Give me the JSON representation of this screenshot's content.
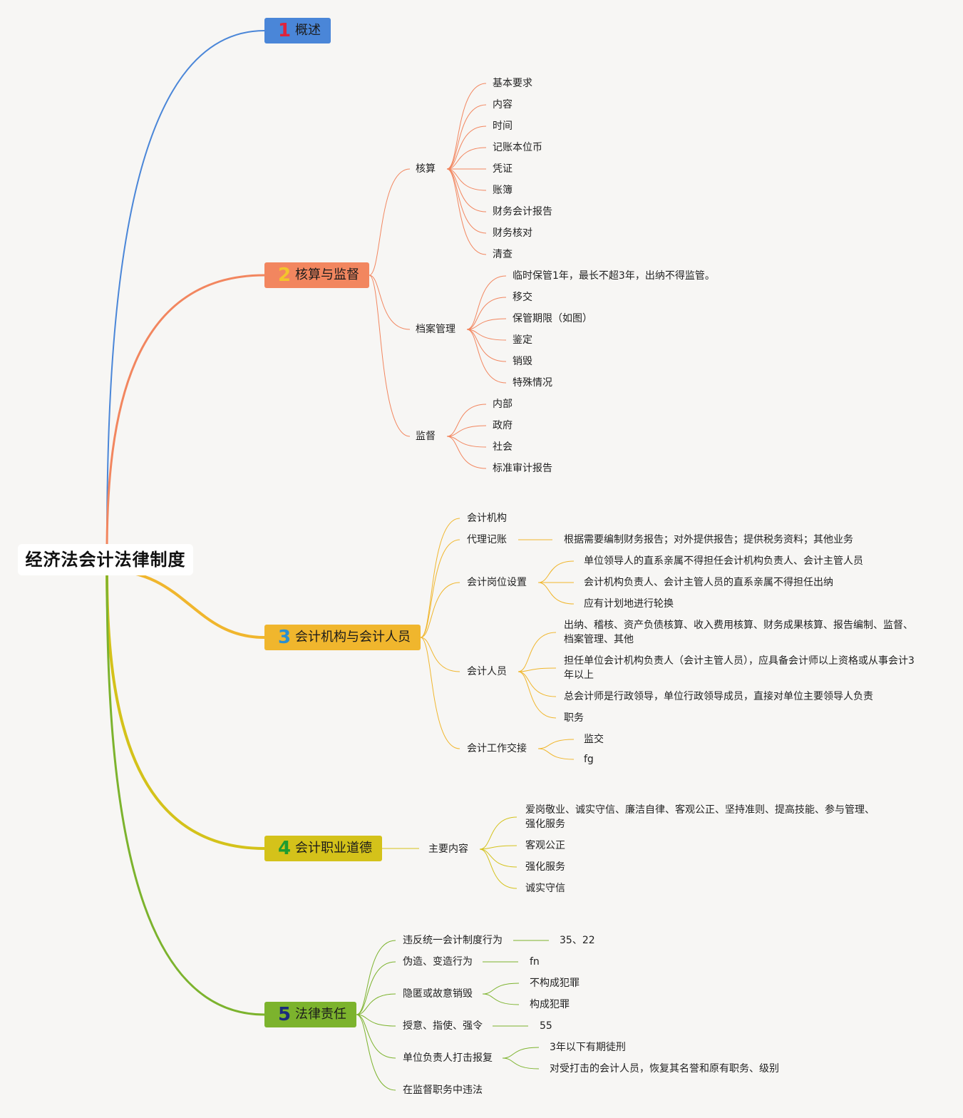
{
  "root": "经济法会计法律制度",
  "colors": {
    "t1": "#4a86d8",
    "t2": "#f2865f",
    "t3": "#f0b62d",
    "t4": "#d4c21a",
    "t5": "#7cb32d",
    "n1": "#e0233b",
    "n2": "#f3c52c",
    "n3": "#2a8fd0",
    "n4": "#1e9c30",
    "n5": "#1b2c7b"
  },
  "topics": [
    {
      "num": "1",
      "label": "概述"
    },
    {
      "num": "2",
      "label": "核算与监督"
    },
    {
      "num": "3",
      "label": "会计机构与会计人员"
    },
    {
      "num": "4",
      "label": "会计职业道德"
    },
    {
      "num": "5",
      "label": "法律责任"
    }
  ],
  "t2": {
    "hesuan": {
      "label": "核算",
      "items": [
        "基本要求",
        "内容",
        "时间",
        "记账本位币",
        "凭证",
        "账簿",
        "财务会计报告",
        "财务核对",
        "清查"
      ]
    },
    "dangan": {
      "label": "档案管理",
      "items": [
        "临时保管1年，最长不超3年，出纳不得监管。",
        "移交",
        "保管期限（如图）",
        "鉴定",
        "销毁",
        "特殊情况"
      ]
    },
    "jiandu": {
      "label": "监督",
      "items": [
        "内部",
        "政府",
        "社会",
        "标准审计报告"
      ]
    }
  },
  "t3": {
    "jigou": "会计机构",
    "daili": {
      "label": "代理记账",
      "detail": "根据需要编制财务报告；对外提供报告；提供税务资料；其他业务"
    },
    "gangwei": {
      "label": "会计岗位设置",
      "items": [
        "单位领导人的直系亲属不得担任会计机构负责人、会计主管人员",
        "会计机构负责人、会计主管人员的直系亲属不得担任出纳",
        "应有计划地进行轮换"
      ]
    },
    "renyuan": {
      "label": "会计人员",
      "items": [
        "出纳、稽核、资产负债核算、收入费用核算、财务成果核算、报告编制、监督、档案管理、其他",
        "担任单位会计机构负责人（会计主管人员），应具备会计师以上资格或从事会计3年以上",
        "总会计师是行政领导，单位行政领导成员，直接对单位主要领导人负责",
        "职务"
      ]
    },
    "jiaojie": {
      "label": "会计工作交接",
      "items": [
        "监交",
        "fg"
      ]
    }
  },
  "t4": {
    "label": "主要内容",
    "items": [
      "爱岗敬业、诚实守信、廉洁自律、客观公正、坚持准则、提高技能、参与管理、强化服务",
      "客观公正",
      "强化服务",
      "诚实守信"
    ]
  },
  "t5": {
    "weifan": {
      "label": "违反统一会计制度行为",
      "detail": "35、22"
    },
    "weizao": {
      "label": "伪造、变造行为",
      "detail": "fn"
    },
    "yinni": {
      "label": "隐匿或故意销毁",
      "items": [
        "不构成犯罪",
        "构成犯罪"
      ]
    },
    "shouyi": {
      "label": "授意、指使、强令",
      "detail": "55"
    },
    "daji": {
      "label": "单位负责人打击报复",
      "items": [
        "3年以下有期徒刑",
        "对受打击的会计人员，恢复其名誉和原有职务、级别"
      ]
    },
    "jiandu": "在监督职务中违法"
  }
}
